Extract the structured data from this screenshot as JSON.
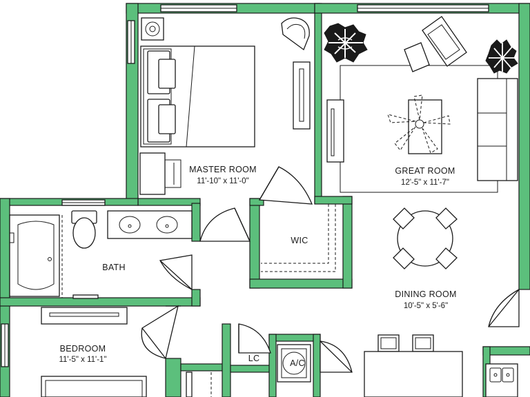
{
  "colors": {
    "wall": "#5cbf7c",
    "line": "#1a1a1a",
    "background": "#ffffff"
  },
  "rooms": {
    "master": {
      "name": "MASTER ROOM",
      "dims": "11'-10\" x 11'-0\""
    },
    "great": {
      "name": "GREAT ROOM",
      "dims": "12'-5\" x 11'-7\""
    },
    "dining": {
      "name": "DINING ROOM",
      "dims": "10'-5\" x 5'-6\""
    },
    "bedroom": {
      "name": "BEDROOM",
      "dims": "11'-5\" x 11'-1\""
    },
    "bath": {
      "name": "BATH"
    },
    "wic": {
      "name": "WIC"
    },
    "lc": {
      "name": "LC"
    },
    "ac": {
      "name": "A/C"
    }
  },
  "icons": [
    "bed-icon",
    "sofa-icon",
    "armchair-icon",
    "plant-icon",
    "dining-table-icon",
    "toilet-icon",
    "bathtub-icon",
    "sink-icon",
    "washer-icon",
    "door-swing-icon",
    "window-icon"
  ]
}
